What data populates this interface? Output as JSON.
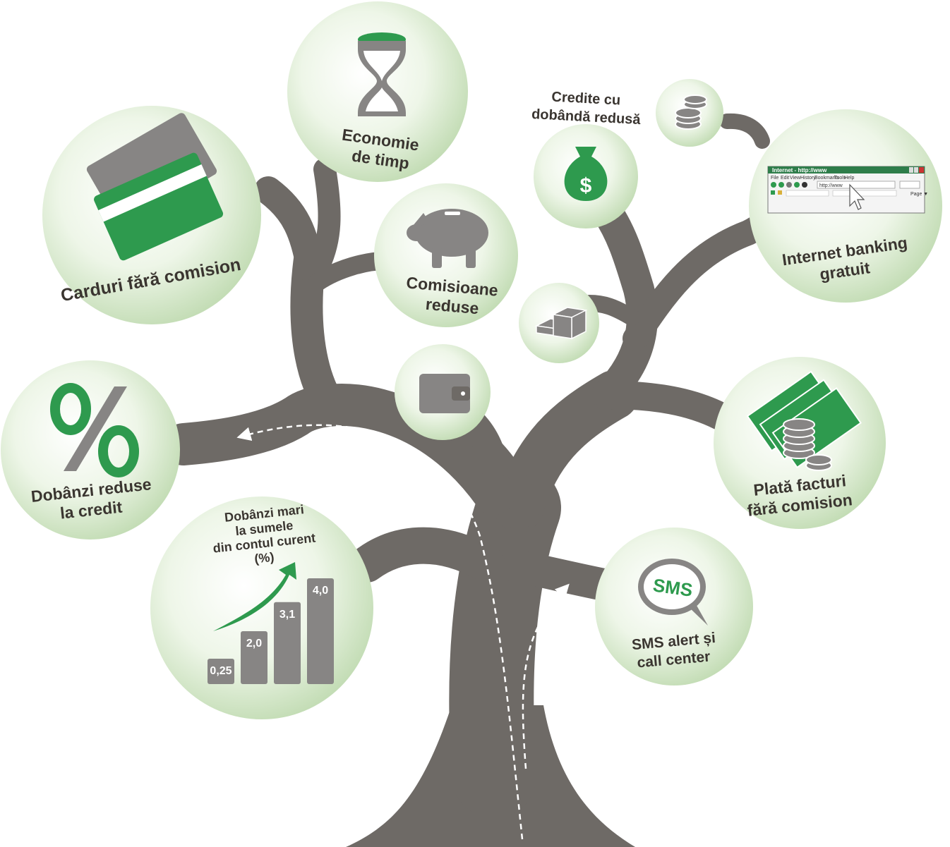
{
  "colors": {
    "trunk": "#6e6a66",
    "accent_green": "#2e9a4e",
    "icon_gray": "#878584",
    "bubble_light": "#f2f8ee",
    "bubble_dark": "#c9e0bd",
    "label_text": "#3a3530"
  },
  "bubbles": {
    "cards": {
      "line1": "Carduri fără comision",
      "icon": "credit-card-icon"
    },
    "time": {
      "line1": "Economie",
      "line2": "de timp",
      "icon": "hourglass-icon"
    },
    "fees": {
      "line1": "Comisioane",
      "line2": "reduse",
      "icon": "piggy-bank-icon"
    },
    "credit_low": {
      "line1": "Credite cu",
      "line2": "dobândă redusă",
      "icon": "money-bag-icon"
    },
    "coins": {
      "icon": "coins-icon"
    },
    "ibanking": {
      "line1": "Internet banking",
      "line2": "gratuit",
      "icon": "browser-window-icon"
    },
    "gold": {
      "icon": "gold-bars-icon"
    },
    "wallet": {
      "icon": "wallet-icon"
    },
    "rates": {
      "percent": "%",
      "line1": "Dobânzi reduse",
      "line2": "la credit",
      "icon": "percent-icon"
    },
    "bills": {
      "line1": "Plată facturi",
      "line2": "fără comision",
      "icon": "banknotes-coins-icon"
    },
    "sms": {
      "bubble_text": "SMS",
      "line1": "SMS alert și",
      "line2": "call center",
      "icon": "speech-bubble-icon"
    },
    "interest": {
      "line1": "Dobânzi mari",
      "line2": "la sumele",
      "line3": "din contul curent",
      "line4": "(%)",
      "icon": "rising-arrow-icon"
    }
  },
  "browser": {
    "title": "Internet - http://www",
    "menu": [
      "File",
      "Edit",
      "View",
      "History",
      "Bookmarks",
      "Tools",
      "Help"
    ],
    "address": "http://www",
    "page_label": "Page ▼"
  },
  "chart_data": {
    "type": "bar",
    "title": "Dobânzi mari la sumele din contul curent (%)",
    "categories": [
      "",
      "",
      "",
      ""
    ],
    "values": [
      0.25,
      2.0,
      3.1,
      4.0
    ],
    "labels": [
      "0,25",
      "2,0",
      "3,1",
      "4,0"
    ],
    "ylim": [
      0,
      4.0
    ]
  }
}
